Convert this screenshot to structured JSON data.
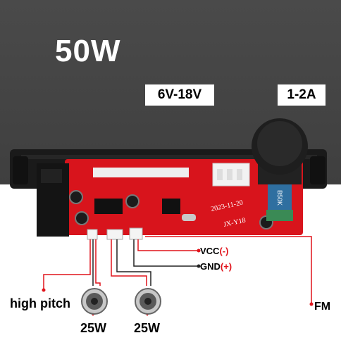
{
  "banner": {
    "power": "50W",
    "voltage": "6V-18V",
    "current": "1-2A"
  },
  "board": {
    "model": "JX-Y18",
    "date": "2023-11-20",
    "pot_label": "B50K"
  },
  "pins": {
    "vcc": "VCC",
    "vcc_sign": "(-)",
    "gnd": "GND",
    "gnd_sign": "(+)"
  },
  "outputs": {
    "high_pitch": "high pitch",
    "fm": "FM",
    "speaker_left": "25W",
    "speaker_right": "25W"
  },
  "colors": {
    "background_dark": "#444444",
    "pcb_red": "#d8141c",
    "wire_red": "#e1141c"
  }
}
